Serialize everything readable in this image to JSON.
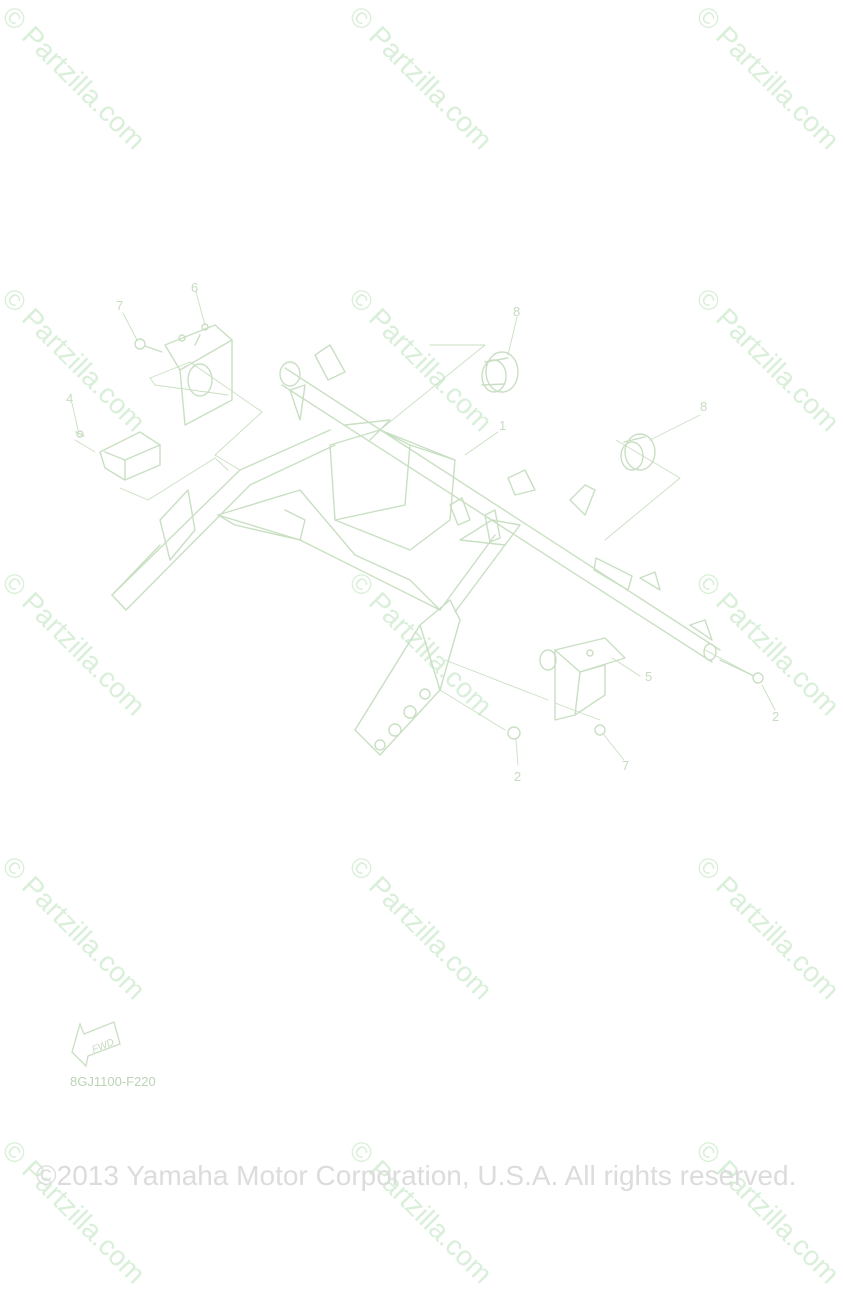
{
  "colors": {
    "line": "#c9dfc3",
    "watermark": "#d9efd9",
    "callout_text": "#c6dcc0",
    "copyright_text": "#dcdcdc"
  },
  "watermark": {
    "text": "© Partzilla.com"
  },
  "callouts": [
    {
      "id": "c-6",
      "label": "6"
    },
    {
      "id": "c-7a",
      "label": "7"
    },
    {
      "id": "c-8a",
      "label": "8"
    },
    {
      "id": "c-8b",
      "label": "8"
    },
    {
      "id": "c-1",
      "label": "1"
    },
    {
      "id": "c-4",
      "label": "4"
    },
    {
      "id": "c-5",
      "label": "5"
    },
    {
      "id": "c-2a",
      "label": "2"
    },
    {
      "id": "c-2b",
      "label": "2"
    },
    {
      "id": "c-7b",
      "label": "7"
    }
  ],
  "fwd_label": "FWD",
  "diagram_code": "8GJ1100-F220",
  "copyright": "©2013 Yamaha Motor Corporation, U.S.A. All rights reserved."
}
